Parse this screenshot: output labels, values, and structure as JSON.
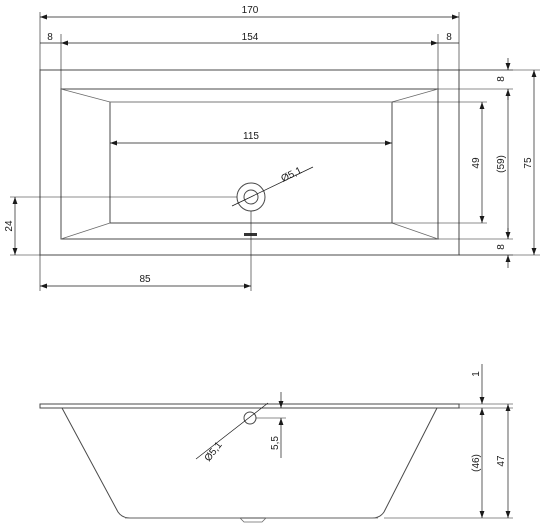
{
  "top_view": {
    "overall_length": "170",
    "rim_left": "8",
    "inner_length": "154",
    "rim_right": "8",
    "bottom_length": "115",
    "drain_diameter": "Ø5,1",
    "drain_from_left": "85",
    "drain_from_bottom": "24",
    "rim_top": "8",
    "bottom_width": "49",
    "inner_width": "(59)",
    "rim_bottom": "8",
    "overall_width": "75"
  },
  "side_view": {
    "overflow_diameter": "Ø5,1",
    "overflow_offset": "5,5",
    "rim_thickness": "1",
    "inner_depth": "(46)",
    "overall_depth": "47"
  }
}
